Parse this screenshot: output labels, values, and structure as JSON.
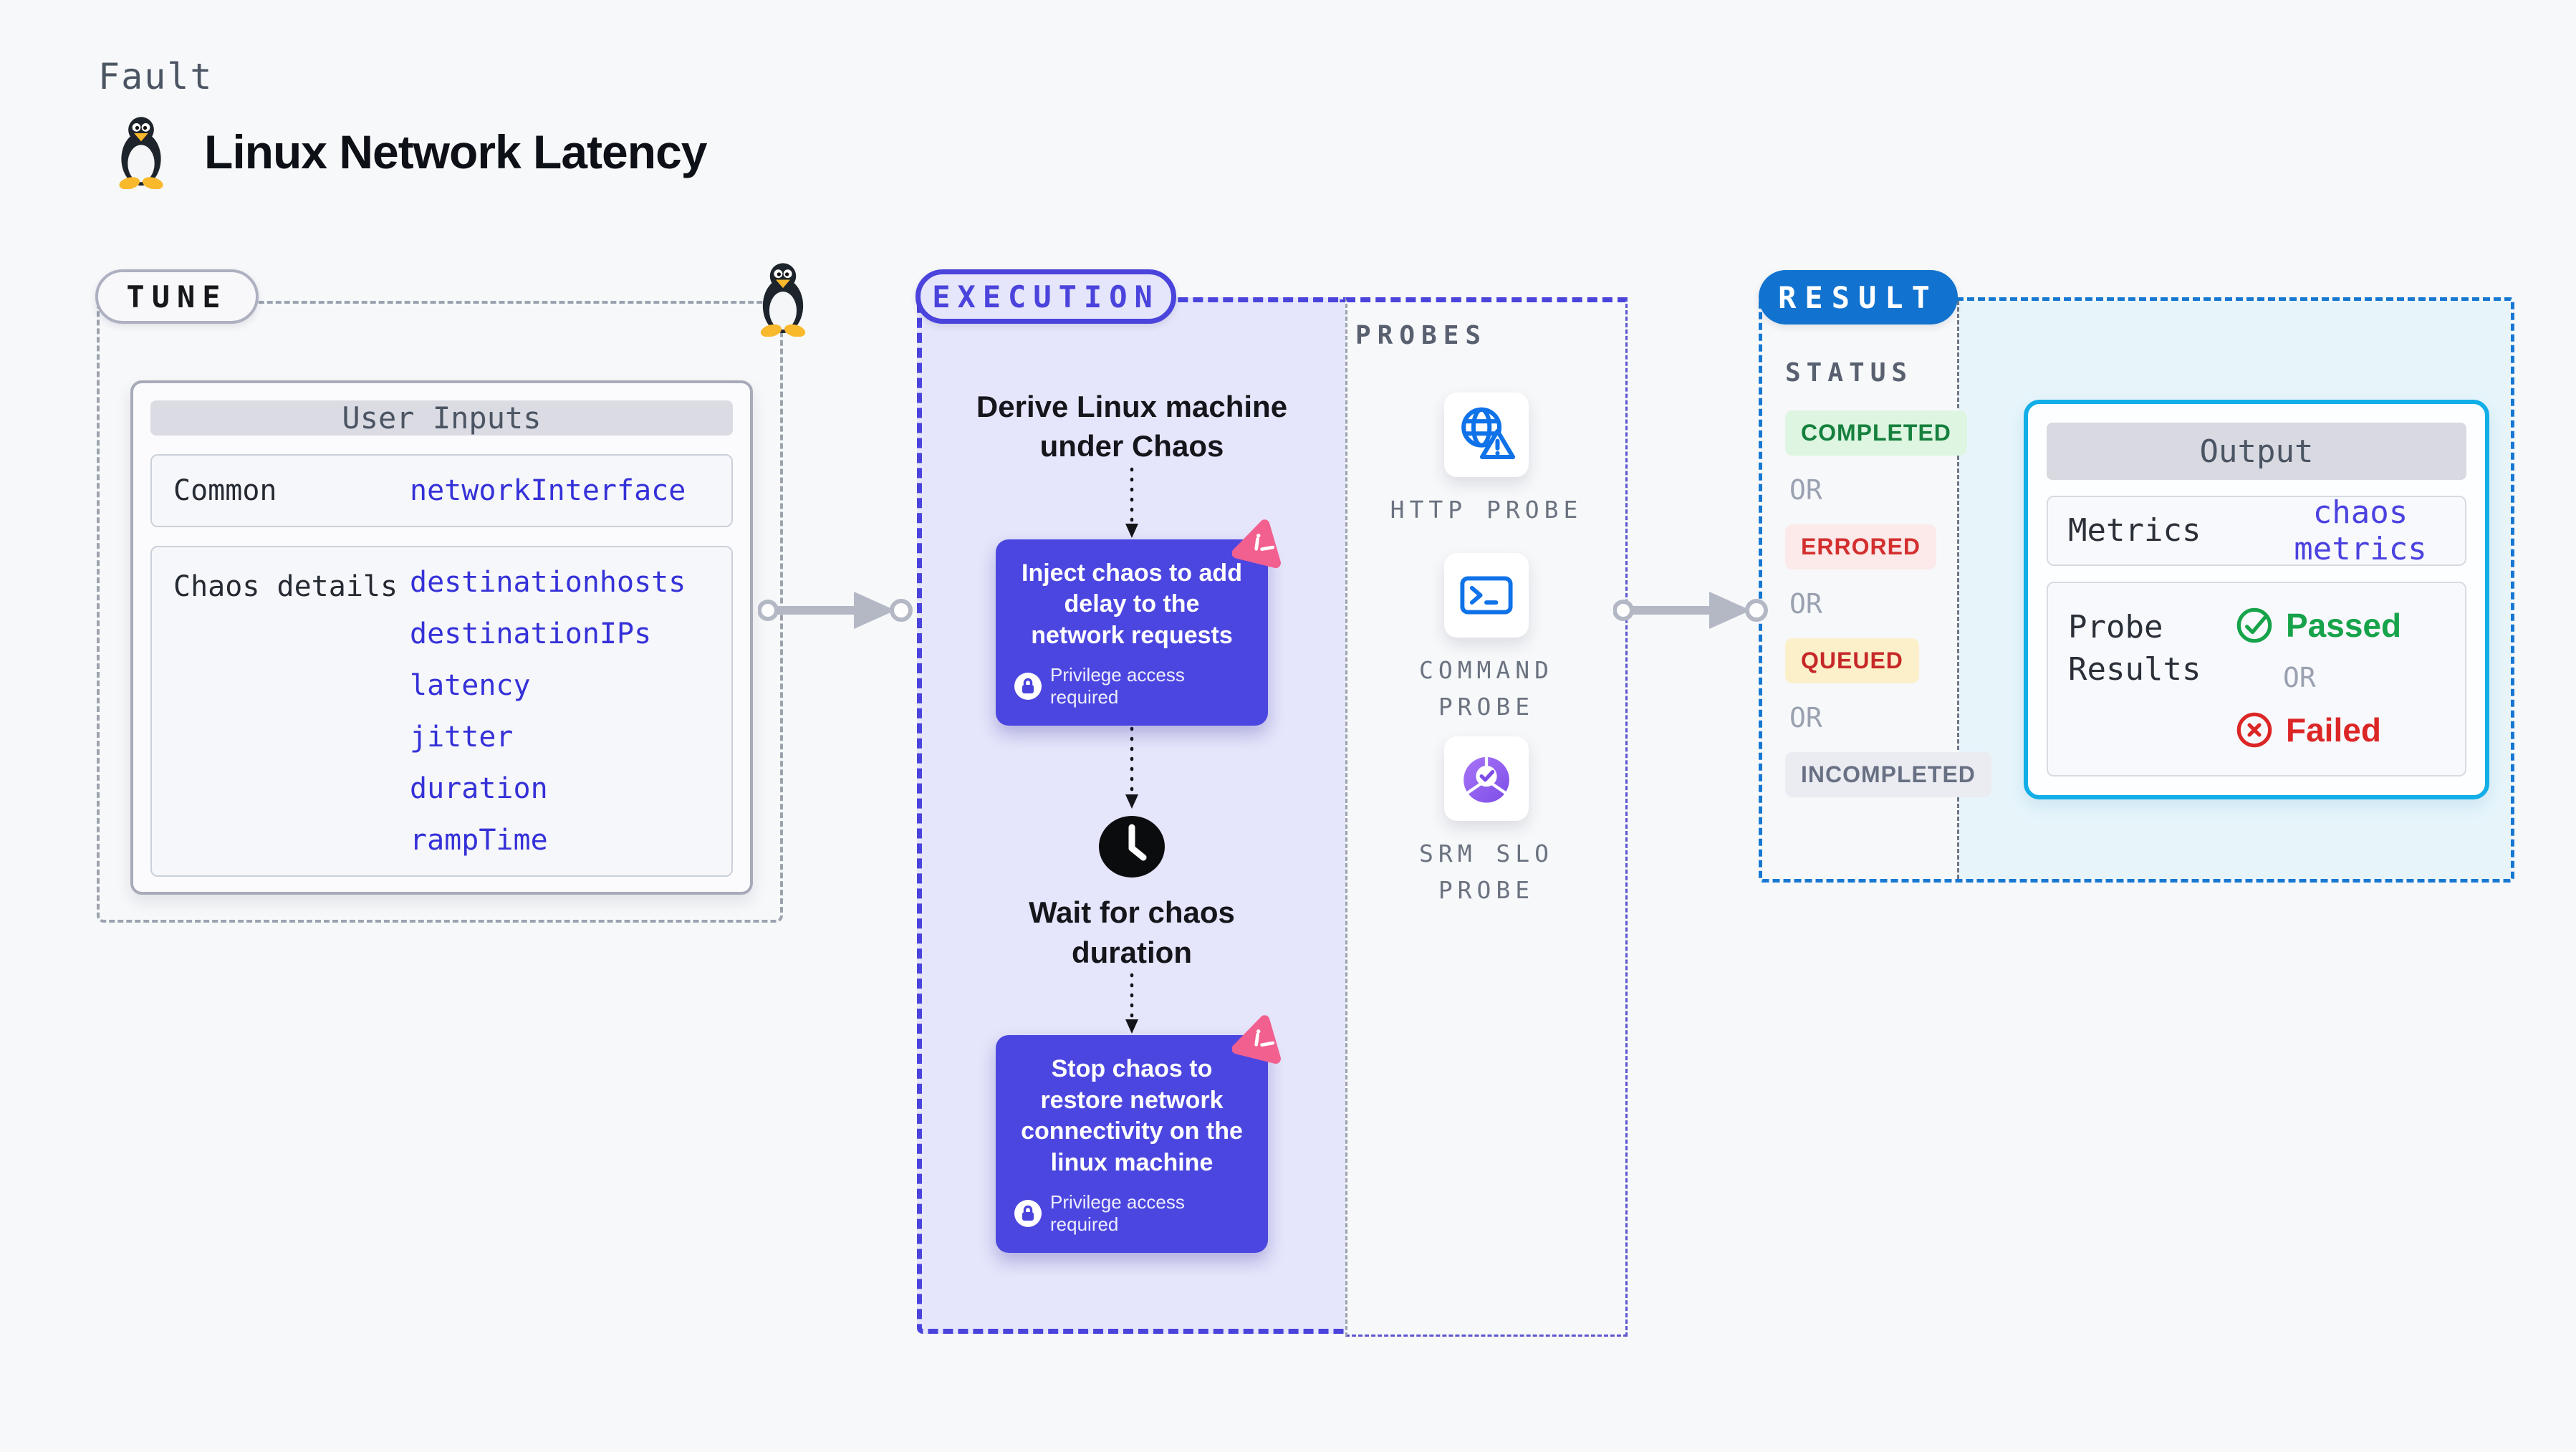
{
  "page": {
    "kicker": "Fault",
    "title": "Linux Network Latency"
  },
  "tune": {
    "label": "TUNE",
    "card": {
      "header": "User Inputs",
      "rows": [
        {
          "label": "Common",
          "values": [
            "networkInterface"
          ]
        },
        {
          "label": "Chaos details",
          "values": [
            "destinationhosts",
            "destinationIPs",
            "latency",
            "jitter",
            "duration",
            "rampTime"
          ]
        }
      ]
    }
  },
  "execution": {
    "label": "EXECUTION",
    "steps": {
      "derive": "Derive Linux machine under Chaos",
      "inject": "Inject chaos to add delay to the network requests",
      "privilege": "Privilege access required",
      "wait": "Wait for chaos duration",
      "stop": "Stop chaos to restore network connectivity on the linux machine"
    }
  },
  "probes": {
    "label": "PROBES",
    "items": [
      {
        "name": "HTTP PROBE",
        "icon": "globe-alert-icon"
      },
      {
        "name": "COMMAND\nPROBE",
        "icon": "terminal-icon"
      },
      {
        "name": "SRM SLO\nPROBE",
        "icon": "slo-pie-icon"
      }
    ]
  },
  "result": {
    "label": "RESULT",
    "status": {
      "heading": "STATUS",
      "or": "OR",
      "badges": [
        {
          "text": "COMPLETED",
          "fg": "#15803D",
          "bg": "#DDF5E1"
        },
        {
          "text": "ERRORED",
          "fg": "#D32F2F",
          "bg": "#FCE9E9"
        },
        {
          "text": "QUEUED",
          "fg": "#C62828",
          "bg": "#FCF0CB"
        },
        {
          "text": "INCOMPLETED",
          "fg": "#687083",
          "bg": "#EBECF2"
        }
      ]
    },
    "output": {
      "header": "Output",
      "metrics_label": "Metrics",
      "metrics_value": "chaos metrics",
      "probe_results_label": "Probe Results",
      "passed": "Passed",
      "or": "OR",
      "failed": "Failed"
    }
  },
  "colors": {
    "indigo": "#4A43DC",
    "lavender": "#E5E5FB",
    "code_blue": "#3531D8",
    "result_blue": "#1173CF",
    "cyan_fill": "#E7F5FB",
    "output_border": "#12AEE8",
    "passed_green": "#16A34A",
    "failed_red": "#DC2626",
    "chaos_pink": "#F2608F"
  }
}
